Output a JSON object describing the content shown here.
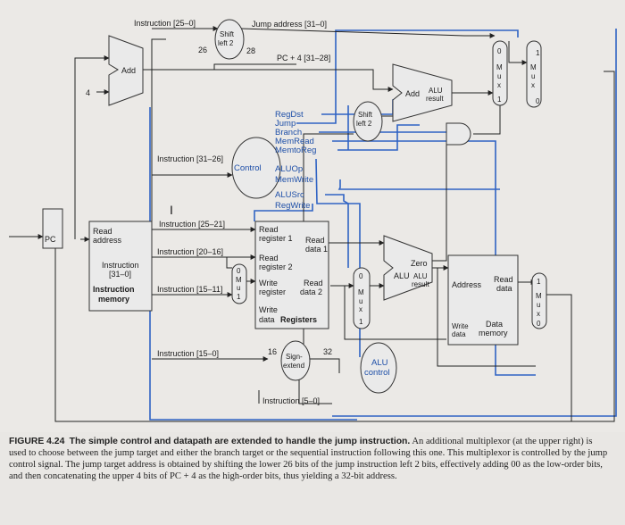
{
  "diagram": {
    "nodes": {
      "add_left": "Add",
      "pc": "PC",
      "four": "4",
      "im_read": "Read",
      "im_address": "address",
      "im_instr": "Instruction",
      "im_instr_bits": "[31–0]",
      "im_mem1": "Instruction",
      "im_mem2": "memory",
      "shift_top1": "Shift",
      "shift_top2": "left 2",
      "shift_mid1": "Shift",
      "shift_mid2": "left 2",
      "add_alu": "Add",
      "alu_result1": "ALU",
      "alu_result2": "result",
      "control": "Control",
      "reg_read1a": "Read",
      "reg_read1b": "register 1",
      "reg_data1a": "Read",
      "reg_data1b": "data 1",
      "reg_read2a": "Read",
      "reg_read2b": "register 2",
      "reg_writea": "Write",
      "reg_writeb": "register",
      "reg_data2a": "Read",
      "reg_data2b": "data 2",
      "reg_wdataa": "Write",
      "reg_wdatab": "data",
      "registers": "Registers",
      "zero": "Zero",
      "alu": "ALU",
      "alu_result_a": "ALU",
      "alu_result_b": "result",
      "dm_address": "Address",
      "dm_read1": "Read",
      "dm_read2": "data",
      "dm_write1": "Write",
      "dm_write2": "data",
      "dm_data1": "Data",
      "dm_data2": "memory",
      "sign1": "Sign-",
      "sign2": "extend",
      "alu_control1": "ALU",
      "alu_control2": "control",
      "cursor": "I"
    },
    "mux_letters": [
      "M",
      "u",
      "x"
    ],
    "wire_labels": {
      "instr_25_0": "Instruction [25–0]",
      "jump_addr": "Jump address [31–0]",
      "n26": "26",
      "n28": "28",
      "pc4": "PC + 4 [31–28]",
      "instr_31_26": "Instruction [31–26]",
      "instr_25_21": "Instruction [25–21]",
      "instr_20_16": "Instruction [20–16]",
      "instr_15_11": "Instruction [15–11]",
      "instr_15_0": "Instruction [15–0]",
      "instr_5_0": "Instruction [5–0]",
      "n16": "16",
      "n32": "32",
      "mux_0": "0",
      "mux_1": "1"
    },
    "control_signals": [
      "RegDst",
      "Jump",
      "Branch",
      "MemRead",
      "MemtoReg",
      "ALUOp",
      "MemWrite",
      "ALUSrc",
      "RegWrite"
    ],
    "colors": {
      "control": "#2f63c4",
      "wire": "#222222",
      "block": "#eaeaea"
    }
  },
  "caption": {
    "figure": "FIGURE 4.24",
    "title": "The simple control and datapath are extended to handle the jump instruction.",
    "body": "An additional multiplexor (at the upper right) is used to choose between the jump target and either the branch target or the sequential instruction following this one. This multiplexor is controlled by the jump control signal. The jump target address is obtained by shifting the lower 26 bits of the jump instruction left 2 bits, effectively adding 00 as the low-order bits, and then concatenating the upper 4 bits of PC + 4 as the high-order bits, thus yielding a 32-bit address."
  }
}
